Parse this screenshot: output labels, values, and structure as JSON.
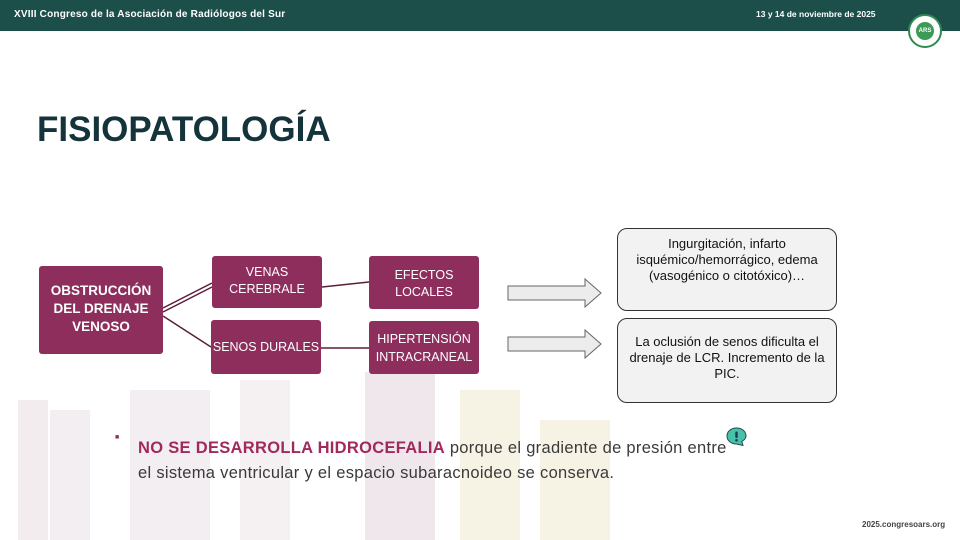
{
  "header": {
    "event": "XVIII Congreso de la Asociación de Radiólogos del Sur",
    "dates": "13 y 14 de noviembre de 2025",
    "logo_text": "ARS"
  },
  "slide": {
    "title": "FISIOPATOLOGÍA",
    "nodes": {
      "obstruccion": "OBSTRUCCIÓN DEL DRENAJE VENOSO",
      "venas": "VENAS CEREBRALE",
      "senos": "SENOS DURALES",
      "efectos": "EFECTOS LOCALES",
      "hipertension": "HIPERTENSIÓN INTRACRANEAL"
    },
    "boxes": {
      "efectos_locales": "Ingurgitación, infarto isquémico/hemorrágico, edema (vasogénico o citotóxico)…",
      "hipertension": "La oclusión de senos dificulta el drenaje de LCR. Incremento de la PIC."
    },
    "bullet": {
      "highlight": "NO SE DESARROLLA HIDROCEFALIA",
      "rest": " porque el gradiente de presión entre el sistema ventricular y el espacio subaracnoideo se conserva."
    }
  },
  "footer": {
    "url": "2025.congresoars.org"
  },
  "colors": {
    "header": "#1c4f4a",
    "node": "#8e2e5d",
    "title": "#14333a"
  },
  "icons": {
    "tip": "exclamation-bubble-icon",
    "bullet": "square-bullet-icon"
  }
}
